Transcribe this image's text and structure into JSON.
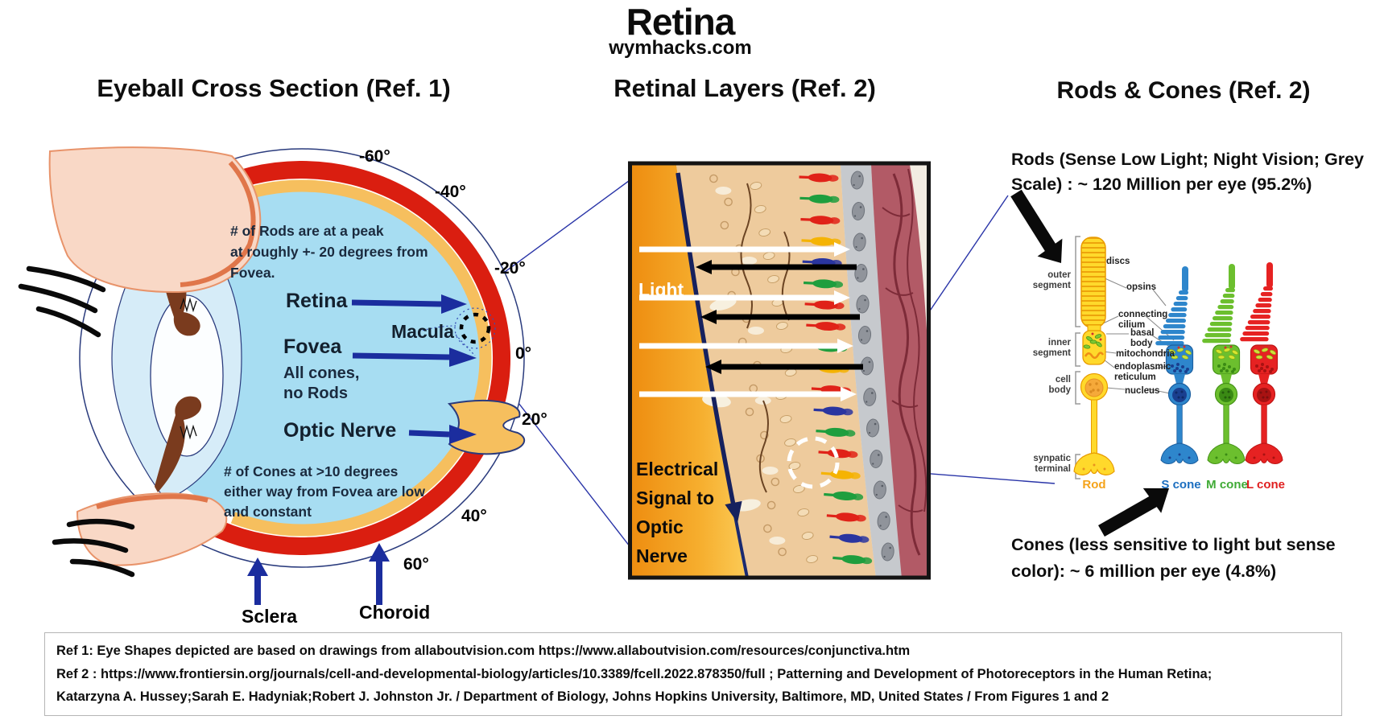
{
  "header": {
    "title": "Retina",
    "subtitle": "wymhacks.com"
  },
  "panel_eyeball": {
    "heading": "Eyeball Cross Section (Ref. 1)",
    "note_rods": "# of Rods are at a peak\nat roughly +- 20 degrees from\nFovea.",
    "note_cones": "# of Cones at >10 degrees\neither way from Fovea are low\nand constant",
    "label_retina": "Retina",
    "label_macula": "Macula",
    "label_fovea": "Fovea",
    "label_fovea_sub": "All cones,\nno Rods",
    "label_optic_nerve": "Optic Nerve",
    "label_sclera": "Sclera",
    "label_choroid": "Choroid",
    "degrees": {
      "m60": "-60°",
      "m40": "-40°",
      "m20": "-20°",
      "zero": "0°",
      "p20": "20°",
      "p40": "40°",
      "p60": "60°"
    }
  },
  "panel_layers": {
    "heading": "Retinal Layers (Ref. 2)",
    "label_light": "Light",
    "label_signal": "Electrical\nSignal to\nOptic\nNerve"
  },
  "panel_cells": {
    "heading": "Rods & Cones (Ref. 2)",
    "rods_note": "Rods (Sense Low Light; Night Vision; Grey\nScale) :  ~ 120 Million per eye (95.2%)",
    "cones_note": "Cones (less sensitive to light but sense\ncolor):  ~ 6 million per eye (4.8%)",
    "side_labels": {
      "outer": "outer\nsegment",
      "inner": "inner\nsegment",
      "cell_body": "cell\nbody",
      "synaptic": "synpatic\nterminal"
    },
    "organelles": {
      "discs": "discs",
      "opsins": "opsins",
      "cilium": "connecting\ncilium",
      "basal": "basal\nbody",
      "mito": "mitochondria",
      "er": "endoplasmic\nreticulum",
      "nucleus": "nucleus"
    },
    "cells": {
      "rod": "Rod",
      "s": "S cone",
      "m": "M cone",
      "l": "L cone"
    },
    "colors": {
      "rod": "#f5a31a",
      "s": "#1d6fc0",
      "m": "#3faa35",
      "l": "#e02020",
      "rod_fill": "#ffd92b",
      "s_fill": "#2e86cc",
      "m_fill": "#6cbf2e",
      "l_fill": "#e62222"
    }
  },
  "colors": {
    "arrow_navy": "#1b2d9e",
    "connector_blue": "#2a35a8",
    "sclera_red": "#da1e10",
    "retina_yellow": "#f6bf5e",
    "vitreous_blue": "#a7ddf2"
  },
  "photoreceptor_palette": [
    "#e02218",
    "#1f9e3e",
    "#f5b303",
    "#2a35a0"
  ],
  "references": {
    "line1": "Ref 1: Eye Shapes depicted are based on drawings  from allaboutvision.com https://www.allaboutvision.com/resources/conjunctiva.htm",
    "line2": "Ref 2 :  https://www.frontiersin.org/journals/cell-and-developmental-biology/articles/10.3389/fcell.2022.878350/full ; Patterning and Development of Photoreceptors in the Human Retina;",
    "line3": "Katarzyna A. Hussey;Sarah E. Hadyniak;Robert J. Johnston Jr. / Department of Biology, Johns Hopkins University, Baltimore, MD, United States / From Figures 1 and 2"
  }
}
